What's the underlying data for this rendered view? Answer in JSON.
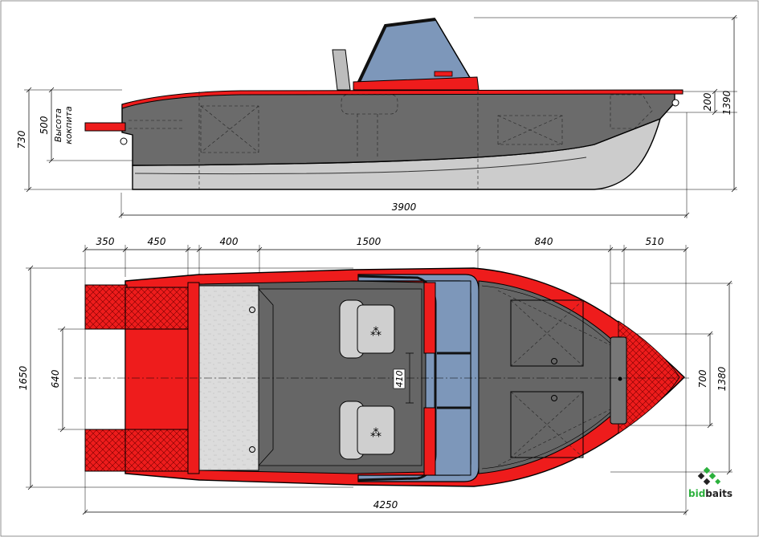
{
  "side_view": {
    "overall_length": "3900",
    "height_total": "1390",
    "freeboard": "200",
    "stern_height": "730",
    "transom_label": "500",
    "transom_caption_1": "Высота",
    "transom_caption_2": "кокпита"
  },
  "top_view": {
    "segments": [
      "350",
      "450",
      "400",
      "1500",
      "840",
      "510"
    ],
    "overall_length": "4250",
    "beam": "1650",
    "transom_width": "640",
    "bow_inner_width": "700",
    "bow_width": "1380",
    "seat_gap": "410"
  },
  "watermark": {
    "brand_bold": "bid",
    "brand_rest": "baits"
  },
  "colors": {
    "hull_red": "#ee1c1c",
    "hull_gray": "#6b6b6b",
    "deck_gray": "#5e5e5e",
    "windshield_blue": "#7d97ba",
    "seat_gray": "#cfcfcf",
    "keel_light": "#cccccc",
    "brand_green": "#2bb03c"
  }
}
